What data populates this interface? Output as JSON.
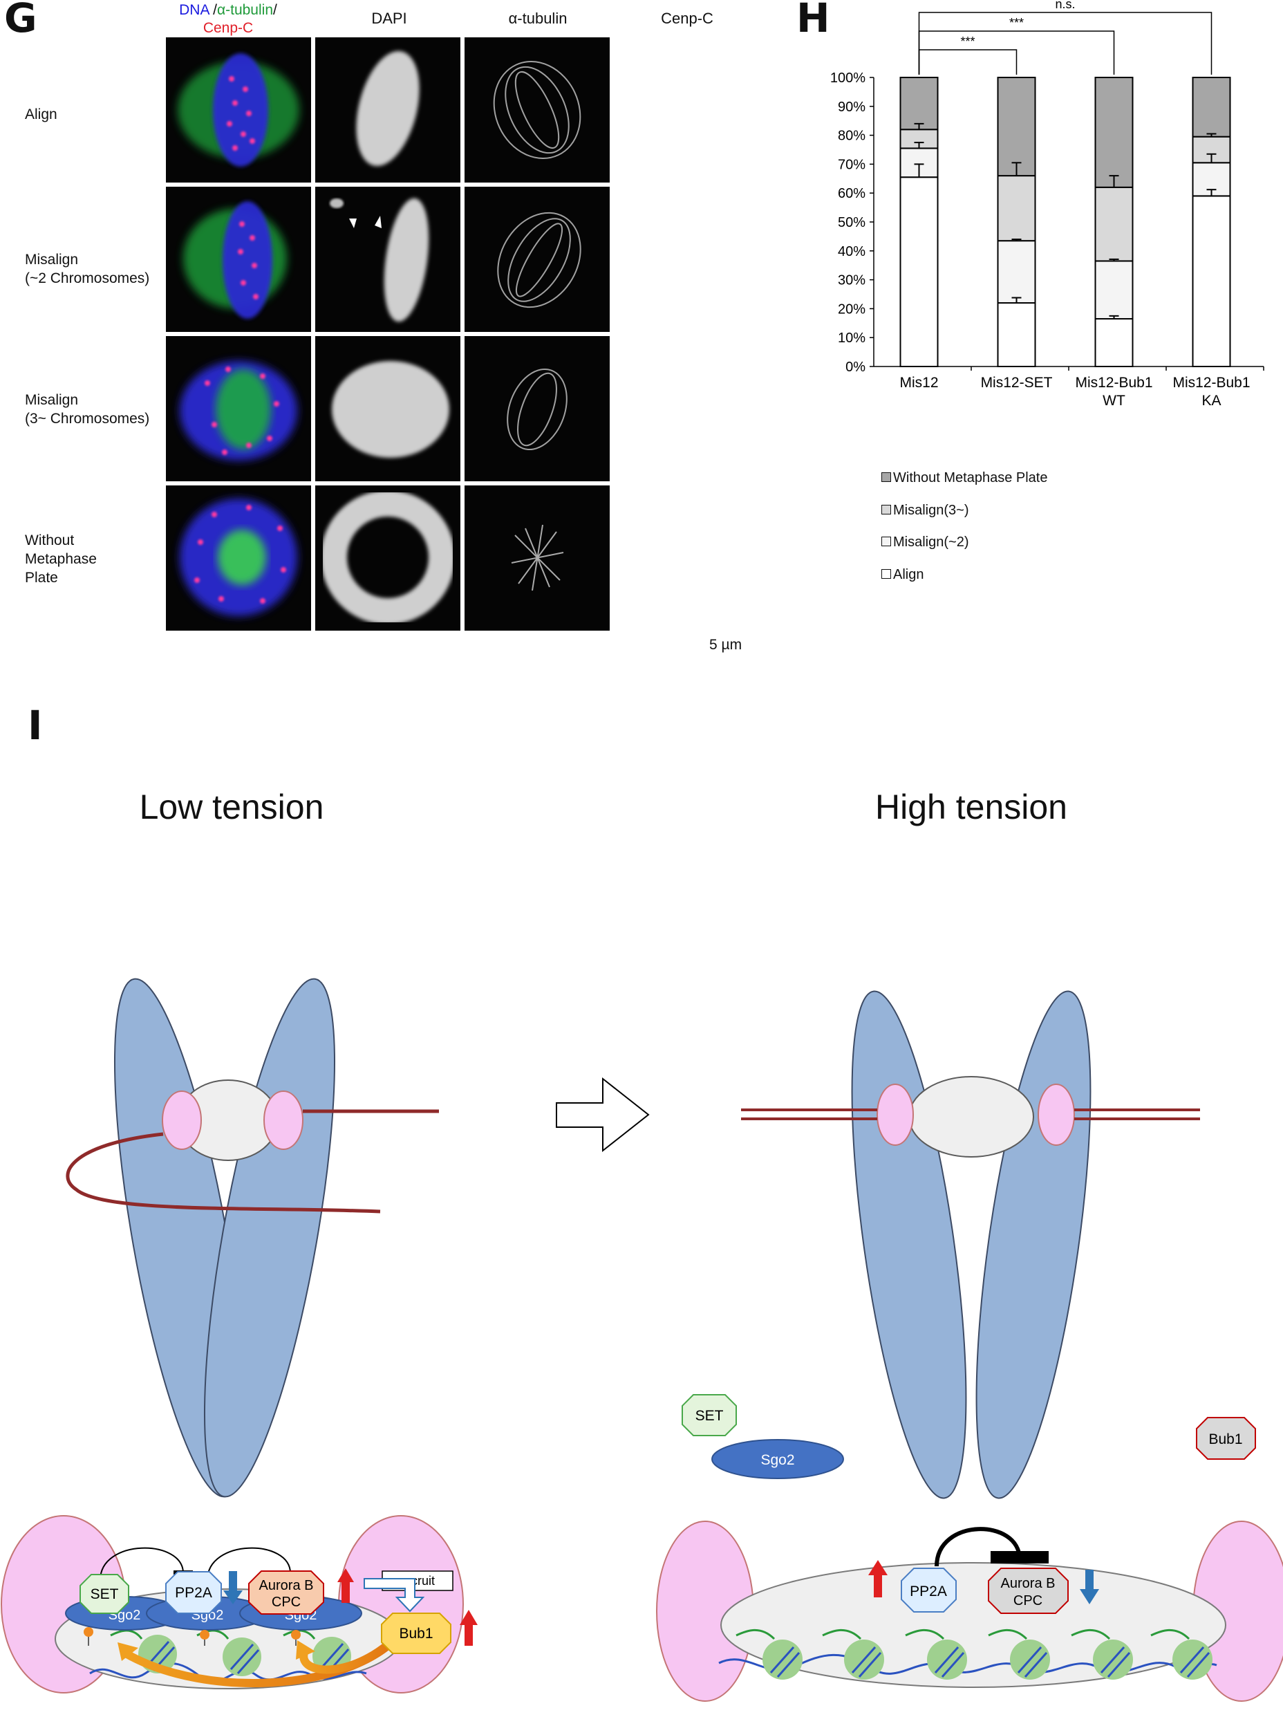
{
  "panel_g": {
    "letter": "G",
    "merge_header": {
      "dna": "DNA",
      "sep1": " /",
      "tubulin": "α-tubulin",
      "sep2": "/",
      "cenpc": "Cenp-C"
    },
    "colors": {
      "dna": "#1a1adf",
      "tubulin": "#1f9a3a",
      "cenpc": "#e0202a"
    },
    "columns": [
      "DAPI",
      "α-tubulin",
      "Cenp-C"
    ],
    "rows": [
      {
        "label_lines": [
          "Align"
        ]
      },
      {
        "label_lines": [
          "Misalign",
          "(~2 Chromosomes)"
        ]
      },
      {
        "label_lines": [
          "Misalign",
          "(3~ Chromosomes)"
        ]
      },
      {
        "label_lines": [
          "Without",
          "Metaphase",
          "Plate"
        ]
      }
    ],
    "scale_bar": "5 µm"
  },
  "panel_h": {
    "letter": "H",
    "significance": [
      "n.s.",
      "***",
      "***"
    ],
    "legend": [
      "Without Metaphase Plate",
      "Misalign(3~)",
      "Misalign(~2)",
      "Align"
    ]
  },
  "chart_data": {
    "type": "bar",
    "stacked": true,
    "categories": [
      "Mis12",
      "Mis12-SET",
      "Mis12-Bub1 WT",
      "Mis12-Bub1 KA"
    ],
    "category_lines": [
      [
        "Mis12"
      ],
      [
        "Mis12-SET"
      ],
      [
        "Mis12-Bub1",
        "WT"
      ],
      [
        "Mis12-Bub1",
        "KA"
      ]
    ],
    "series": [
      {
        "name": "Align",
        "values": [
          65.5,
          22.0,
          16.5,
          59.0
        ],
        "errors": [
          4.5,
          1.8,
          1.0,
          2.2
        ],
        "color": "#ffffff"
      },
      {
        "name": "Misalign(~2)",
        "values": [
          10.0,
          21.5,
          20.0,
          11.5
        ],
        "errors": [
          2.0,
          0.5,
          0.6,
          3.0
        ],
        "color": "#f4f4f4"
      },
      {
        "name": "Misalign(3~)",
        "values": [
          6.5,
          22.5,
          25.5,
          9.0
        ],
        "errors": [
          2.0,
          4.5,
          4.0,
          1.0
        ],
        "color": "#d9d9d9"
      },
      {
        "name": "Without Metaphase Plate",
        "values": [
          18.0,
          34.0,
          38.0,
          20.5
        ],
        "errors": [
          0,
          0,
          0,
          0
        ],
        "color": "#a6a6a6"
      }
    ],
    "y_ticks": [
      "0%",
      "10%",
      "20%",
      "30%",
      "40%",
      "50%",
      "60%",
      "70%",
      "80%",
      "90%",
      "100%"
    ],
    "ylim": [
      0,
      100
    ],
    "legend_position": "below"
  },
  "panel_i": {
    "letter": "I",
    "low_title": "Low tension",
    "high_title": "High tension",
    "low_labels": {
      "set": "SET",
      "pp2a": "PP2A",
      "aurora1": "Aurora B",
      "aurora2": "CPC",
      "recruit": "recruit",
      "bub1": "Bub1",
      "sgo_a": "Sgo2",
      "sgo_b": "Sgo2",
      "sgo_c": "Sgo2"
    },
    "high_labels": {
      "set": "SET",
      "sgo2": "Sgo2",
      "bub1": "Bub1",
      "pp2a": "PP2A",
      "aurora1": "Aurora B",
      "aurora2": "CPC"
    }
  }
}
